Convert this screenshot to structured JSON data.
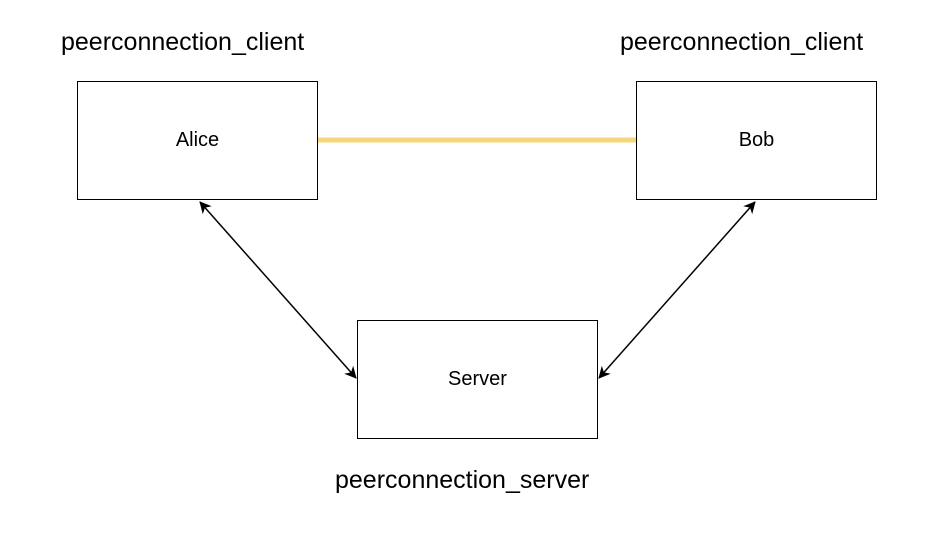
{
  "diagram": {
    "nodes": {
      "alice": {
        "label": "Alice",
        "caption": "peerconnection_client"
      },
      "bob": {
        "label": "Bob",
        "caption": "peerconnection_client"
      },
      "server": {
        "label": "Server",
        "caption": "peerconnection_server"
      }
    },
    "edges": [
      {
        "from": "alice",
        "to": "bob",
        "style": "solid-thick",
        "color": "#f3d77a",
        "arrows": "none"
      },
      {
        "from": "alice",
        "to": "server",
        "style": "solid",
        "color": "#000000",
        "arrows": "both"
      },
      {
        "from": "bob",
        "to": "server",
        "style": "solid",
        "color": "#000000",
        "arrows": "both"
      }
    ]
  }
}
